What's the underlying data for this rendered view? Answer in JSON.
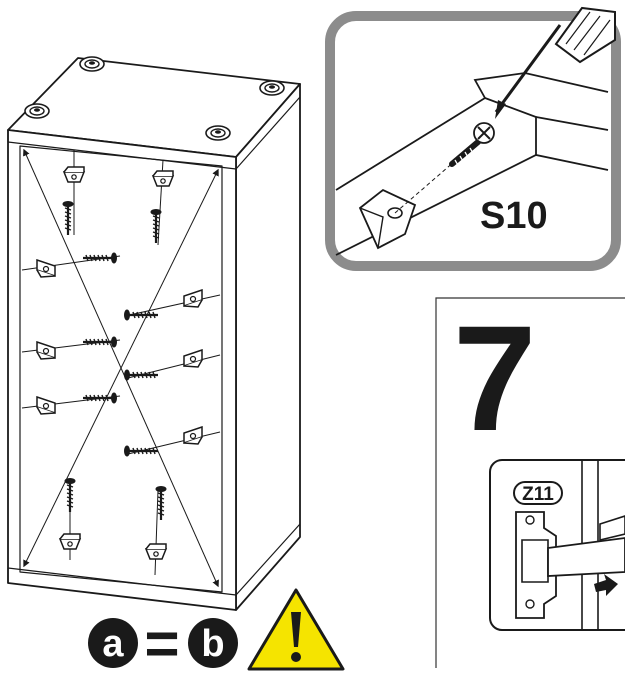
{
  "detail_callout": {
    "part_code": "S10"
  },
  "step": {
    "number": "7"
  },
  "hinge_panel": {
    "part_code": "Z11"
  },
  "equation": {
    "left": "a",
    "equals": "=",
    "right": "b"
  },
  "warning": {
    "icon": "warning-triangle-icon",
    "color": "#f5e400"
  },
  "colors": {
    "line": "#1a1a1a",
    "callout_border": "#8c8c8c"
  }
}
